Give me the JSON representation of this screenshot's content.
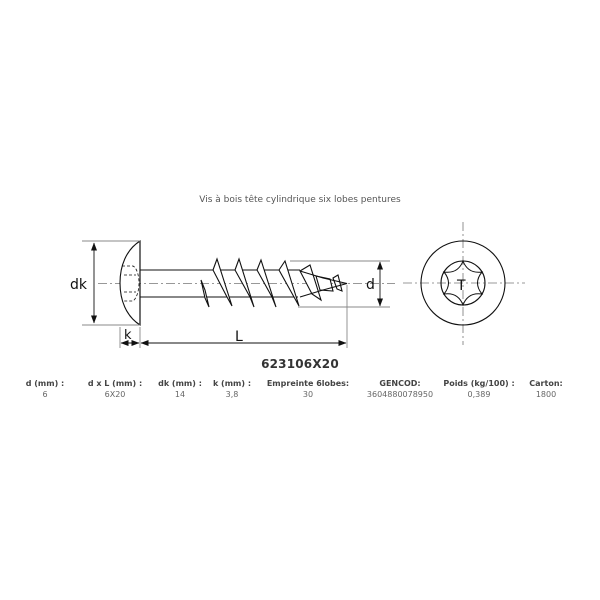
{
  "title": "Vis à bois tête cylindrique six lobes pentures",
  "reference": "623106X20",
  "drawing": {
    "labels": {
      "head_diameter": "dk",
      "head_height": "k",
      "length": "L",
      "diameter": "d"
    },
    "drive_symbol": "T",
    "colors": {
      "line": "#111111",
      "centerline": "#777777",
      "dimension": "#888888"
    }
  },
  "specs": [
    {
      "label": "d (mm) :",
      "value": "6"
    },
    {
      "label": "d x L (mm) :",
      "value": "6X20"
    },
    {
      "label": "dk (mm) :",
      "value": "14"
    },
    {
      "label": "k (mm) :",
      "value": "3,8"
    },
    {
      "label": "Empreinte 6lobes:",
      "value": "30"
    },
    {
      "label": "GENCOD:",
      "value": "3604880078950"
    },
    {
      "label": "Poids (kg/100) :",
      "value": "0,389"
    },
    {
      "label": "Carton:",
      "value": "1800"
    }
  ]
}
